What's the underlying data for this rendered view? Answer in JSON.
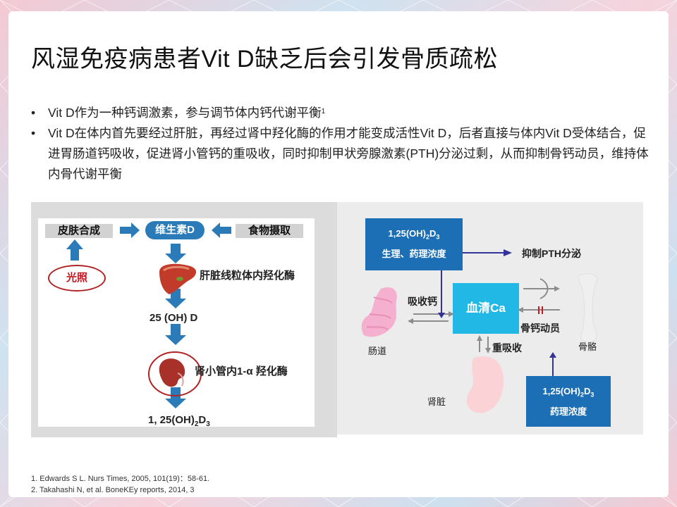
{
  "slide": {
    "title": "风湿免疫病患者Vit D缺乏后会引发骨质疏松",
    "bullets": [
      {
        "text": "Vit D作为一种钙调激素，参与调节体内钙代谢平衡",
        "sup": "1"
      },
      {
        "text": "Vit D在体内首先要经过肝脏，再经过肾中羟化酶的作用才能变成活性Vit  D，后者直接与体内Vit D受体结合，促进胃肠道钙吸收，促进肾小管钙的重吸收，同时抑制甲状旁腺激素(PTH)分泌过剩，从而抑制骨钙动员，维持体内骨代谢平衡",
        "sup": ""
      }
    ],
    "bullet_marker": "•"
  },
  "left_diagram": {
    "skin": "皮肤合成",
    "vitd": "维生素D",
    "food": "食物摄取",
    "light": "光照",
    "liver_enzyme": "肝脏线粒体内羟化酶",
    "oh_d": "25 (OH) D",
    "kidney_enzyme": "肾小管内1-α 羟化酶",
    "final": {
      "a": "1, 25(OH)",
      "b": "2",
      "c": "D",
      "d": "3"
    }
  },
  "right_diagram": {
    "box1": {
      "a": "1,25(OH)",
      "b": "2",
      "c": "D",
      "d": "3",
      "line2": "生理、药理浓度"
    },
    "inhibit_pth": "抑制PTH分泌",
    "absorb": "吸收钙",
    "serum": "血清Ca",
    "mobilize": "骨钙动员",
    "intestine": "肠道",
    "bone": "骨骼",
    "reabsorb": "重吸收",
    "kidney": "肾脏",
    "box2": {
      "a": "1,25(OH)",
      "b": "2",
      "c": "D",
      "d": "3",
      "line2": "药理浓度"
    }
  },
  "references": [
    "1.    Edwards S L. Nurs Times, 2005, 101(19)：58-61.",
    "2.    Takahashi  N, et al. BoneKEy reports, 2014, 3"
  ],
  "colors": {
    "blue_box": "#1c6fb4",
    "serum_box": "#22b8e6",
    "arrow_blue": "#2b7bb9",
    "light_red": "#c8171e",
    "inhibit": "#333399"
  }
}
